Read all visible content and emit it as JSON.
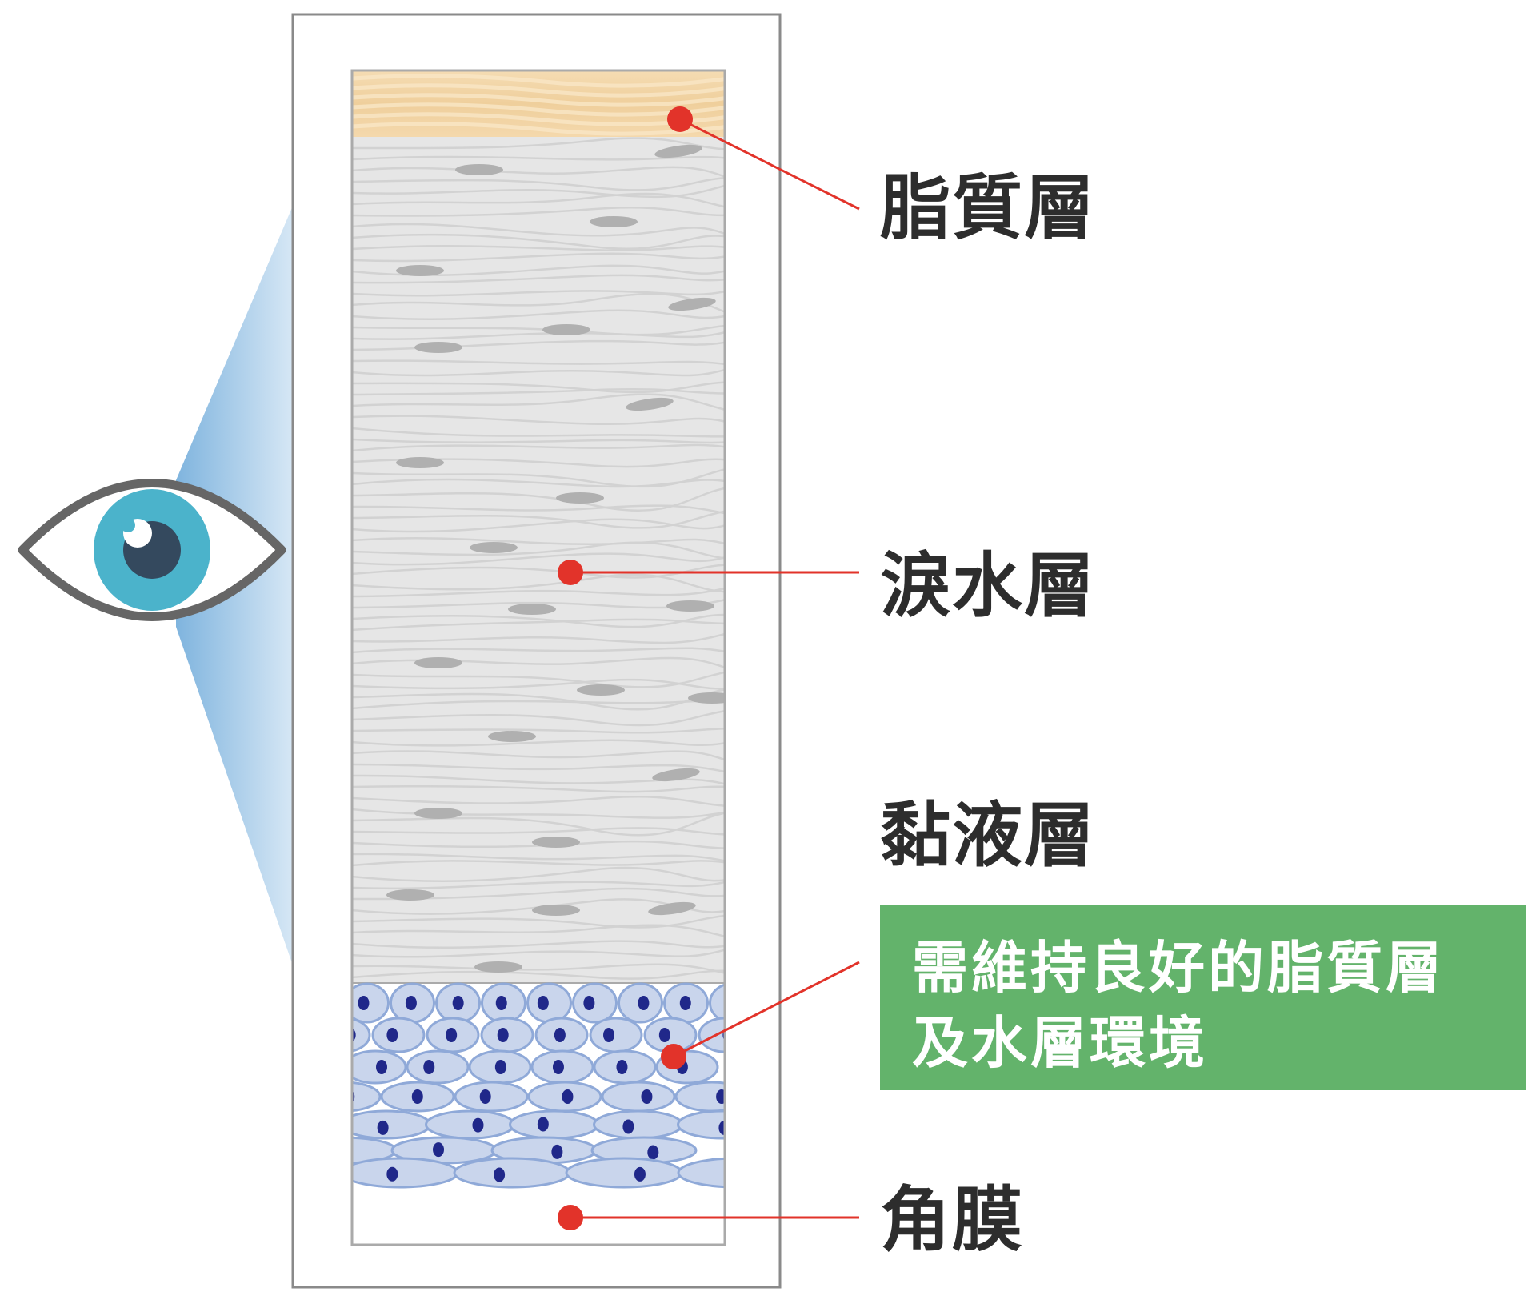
{
  "labels": {
    "lipid": "脂質層",
    "aqueous": "淚水層",
    "mucin": "黏液層",
    "cornea": "角膜"
  },
  "note": {
    "line1": "需維持良好的脂質層",
    "line2": "及水層環境"
  },
  "colors": {
    "pointer": "#e2332a",
    "note_bg": "#63b36b",
    "lipid": "#f3d6a8",
    "aqueous": "#e6e6e6",
    "cell_fill": "#c9d5ec",
    "cell_stroke": "#8fa9d8",
    "nucleus": "#20288a",
    "iris": "#4bb3cb",
    "pupil": "#34495e",
    "eye_outline": "#666666"
  }
}
